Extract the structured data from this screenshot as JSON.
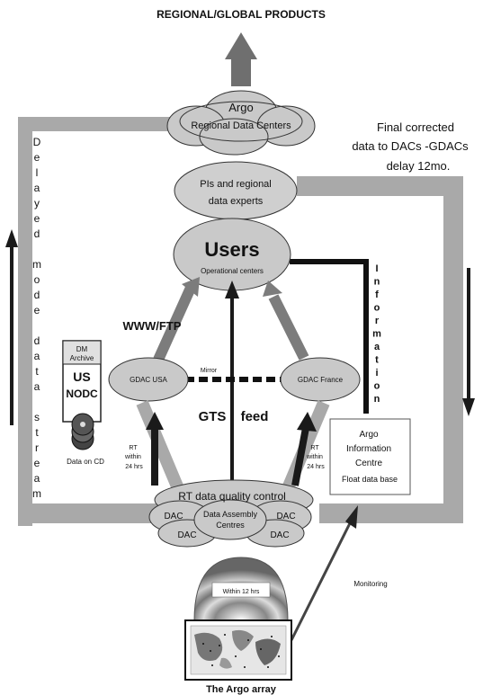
{
  "title": "REGIONAL/GLOBAL PRODUCTS",
  "regional_centers": {
    "line1": "Argo",
    "line2": "Regional Data Centers"
  },
  "final_corrected": {
    "line1": "Final corrected",
    "line2": "data to DACs -GDACs",
    "line3": "delay 12mo."
  },
  "pis": {
    "line1": "PIs and regional",
    "line2": "data experts"
  },
  "delayed_mode_stream": [
    "D",
    "e",
    "l",
    "a",
    "y",
    "e",
    "d",
    "",
    "m",
    "o",
    "d",
    "e",
    "",
    "d",
    "a",
    "t",
    "a",
    "",
    "s",
    "t",
    "r",
    "e",
    "a",
    "m"
  ],
  "users": {
    "title": "Users",
    "subtitle": "Operational centers"
  },
  "information_vertical": [
    "I",
    "n",
    "f",
    "o",
    "r",
    "m",
    "a",
    "t",
    "i",
    "o",
    "n"
  ],
  "www_ftp": "WWW/FTP",
  "dm_archive": {
    "line1": "DM",
    "line2": "Archive",
    "line3": "US",
    "line4": "NODC"
  },
  "gdac_usa": "GDAC USA",
  "gdac_france": "GDAC France",
  "mirror_label": "Mirror",
  "gts_feed": {
    "left": "GTS",
    "right": "feed"
  },
  "rt_left": [
    "RT",
    "within",
    "24 hrs"
  ],
  "rt_right": [
    "RT",
    "within",
    "24 hrs"
  ],
  "data_on_cd": "Data on CD",
  "aic": {
    "line1": "Argo",
    "line2": "Information",
    "line3": "Centre",
    "line4": "Float data base"
  },
  "rt_qc": "RT data quality control",
  "dacs": {
    "center_line1": "Data Assembly",
    "center_line2": "Centres",
    "dac": "DAC"
  },
  "within_12": "Within 12 hrs",
  "monitoring": "Monitoring",
  "argo_array": "The Argo array",
  "colors": {
    "band": "#a9a9a9",
    "ellipse": "#c9c9c9",
    "dark": "#1a1a1a",
    "arrow": "#7c7c7c"
  }
}
